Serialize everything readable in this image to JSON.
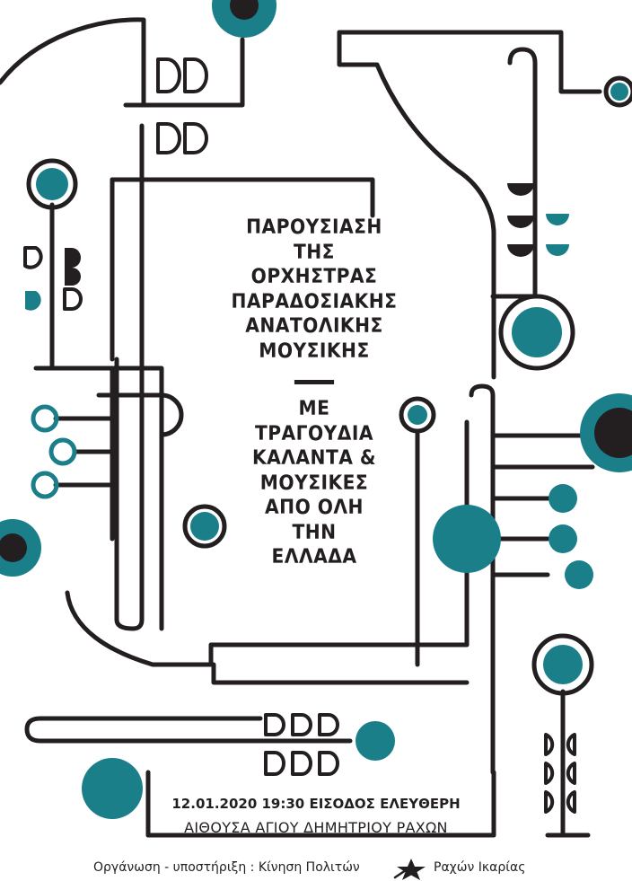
{
  "poster": {
    "title_lines": [
      "ΠΑΡΟΥΣΙΑΣΗ",
      "ΤΗΣ",
      "ΟΡΧΗΣΤΡΑΣ",
      "ΠΑΡΑΔΟΣΙΑΚΗΣ",
      "ΑΝΑΤΟΛΙΚΗΣ",
      "ΜΟΥΣΙΚΗΣ"
    ],
    "subtitle_lines": [
      "ΜΕ",
      "ΤΡΑΓΟΥΔΙΑ",
      "ΚΑΛΑΝΤΑ &",
      "ΜΟΥΣΙΚΕΣ",
      "ΑΠΟ ΟΛΗ",
      "ΤΗΝ",
      "ΕΛΛΑΔΑ"
    ],
    "event_datetime": "12.01.2020  19:30  ΕΙΣΟΔΟΣ ΕΛΕΥΘΕΡΗ",
    "venue": "ΑΙΘΟΥΣΑ  ΑΓΙΟΥ ΔΗΜΗΤΡΙΟΥ ΡΑΧΩΝ",
    "organizer": "Οργάνωση - υποστήριξη : Κίνηση Πολιτών",
    "organizer_place": "Ραχών Ικαρίας",
    "star_icon": "star-icon"
  },
  "colors": {
    "ink": "#231f20",
    "teal": "#1b7f8a",
    "paper": "#ffffff"
  }
}
